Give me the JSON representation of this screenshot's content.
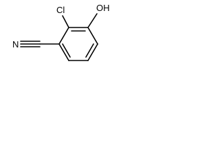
{
  "molecule": {
    "atoms": {
      "cl": "Cl",
      "oh": "OH",
      "n": "N"
    }
  }
}
